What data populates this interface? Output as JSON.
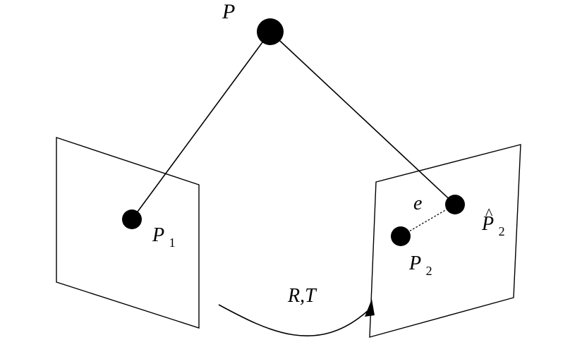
{
  "diagram": {
    "point_label": "P",
    "left_image": {
      "point_label": "P",
      "point_subscript": "1"
    },
    "right_image": {
      "projected_label": "P",
      "projected_subscript": "2",
      "projected_hat": "^",
      "observed_label": "P",
      "observed_subscript": "2",
      "error_label": "e"
    },
    "transform_label": "R,T"
  },
  "colors": {
    "stroke": "#000000",
    "background": "#ffffff"
  }
}
